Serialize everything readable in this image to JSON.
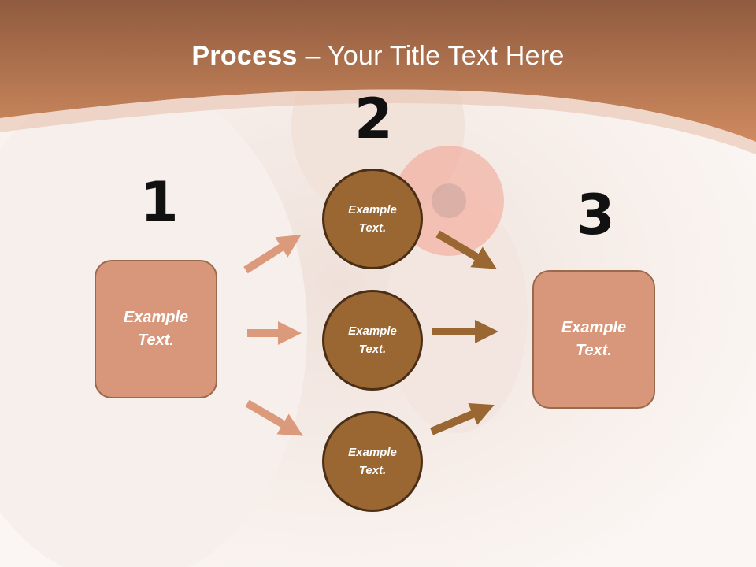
{
  "slide": {
    "title_bold": "Process",
    "title_rest": " – Your Title Text Here"
  },
  "steps": {
    "step1": {
      "number": "1",
      "label_line1": "Example",
      "label_line2": "Text."
    },
    "step2": {
      "number": "2"
    },
    "step3": {
      "number": "3",
      "label_line1": "Example",
      "label_line2": "Text."
    }
  },
  "circles": [
    {
      "label_line1": "Example",
      "label_line2": "Text."
    },
    {
      "label_line1": "Example",
      "label_line2": "Text."
    },
    {
      "label_line1": "Example",
      "label_line2": "Text."
    }
  ],
  "colors": {
    "banner": "#c27a52",
    "box_fill": "#d8977a",
    "circle_fill": "#9a6631",
    "arrow_light": "#dc9a7c",
    "arrow_dark": "#9a6631"
  }
}
